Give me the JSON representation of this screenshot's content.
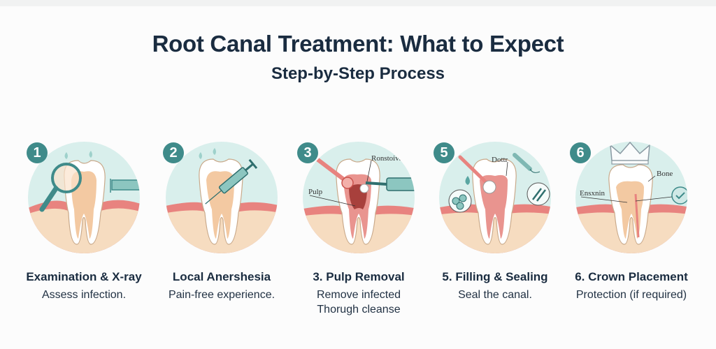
{
  "header": {
    "title": "Root Canal Treatment: What to Expect",
    "subtitle": "Step-by-Step Process"
  },
  "colors": {
    "title": "#1a2c40",
    "badge": "#3f8b8a",
    "circle_bg": "#d9efec",
    "gum": "#e8837f",
    "bone": "#f6dcc0",
    "pulp": "#c0504d"
  },
  "steps": [
    {
      "number": "1",
      "title": "Examination & X-ray",
      "desc": [
        "Assess infection."
      ],
      "icons": [
        "magnifier-icon",
        "xray-film-icon"
      ],
      "labels": []
    },
    {
      "number": "2",
      "title": "Local Anershesia",
      "desc": [
        "Pain-free experience."
      ],
      "icons": [
        "syringe-icon"
      ],
      "labels": []
    },
    {
      "number": "3",
      "title": "3. Pulp Removal",
      "desc": [
        "Remove infected",
        "Thorugh cleanse"
      ],
      "icons": [
        "dental-tool-icon",
        "drill-icon"
      ],
      "labels": [
        "Ronstoival",
        "Pulp"
      ]
    },
    {
      "number": "5",
      "title": "5. Filling & Sealing",
      "desc": [
        "Seal the canal."
      ],
      "icons": [
        "dental-tool-icon",
        "drop-icon",
        "bubbles-icon",
        "files-icon"
      ],
      "labels": [
        "Dottr"
      ]
    },
    {
      "number": "6",
      "title": "6. Crown Placement",
      "desc": [
        "Protection (if required)"
      ],
      "icons": [
        "crown-icon",
        "checkmark-icon"
      ],
      "labels": [
        "Bone",
        "Ensxnin"
      ]
    }
  ]
}
